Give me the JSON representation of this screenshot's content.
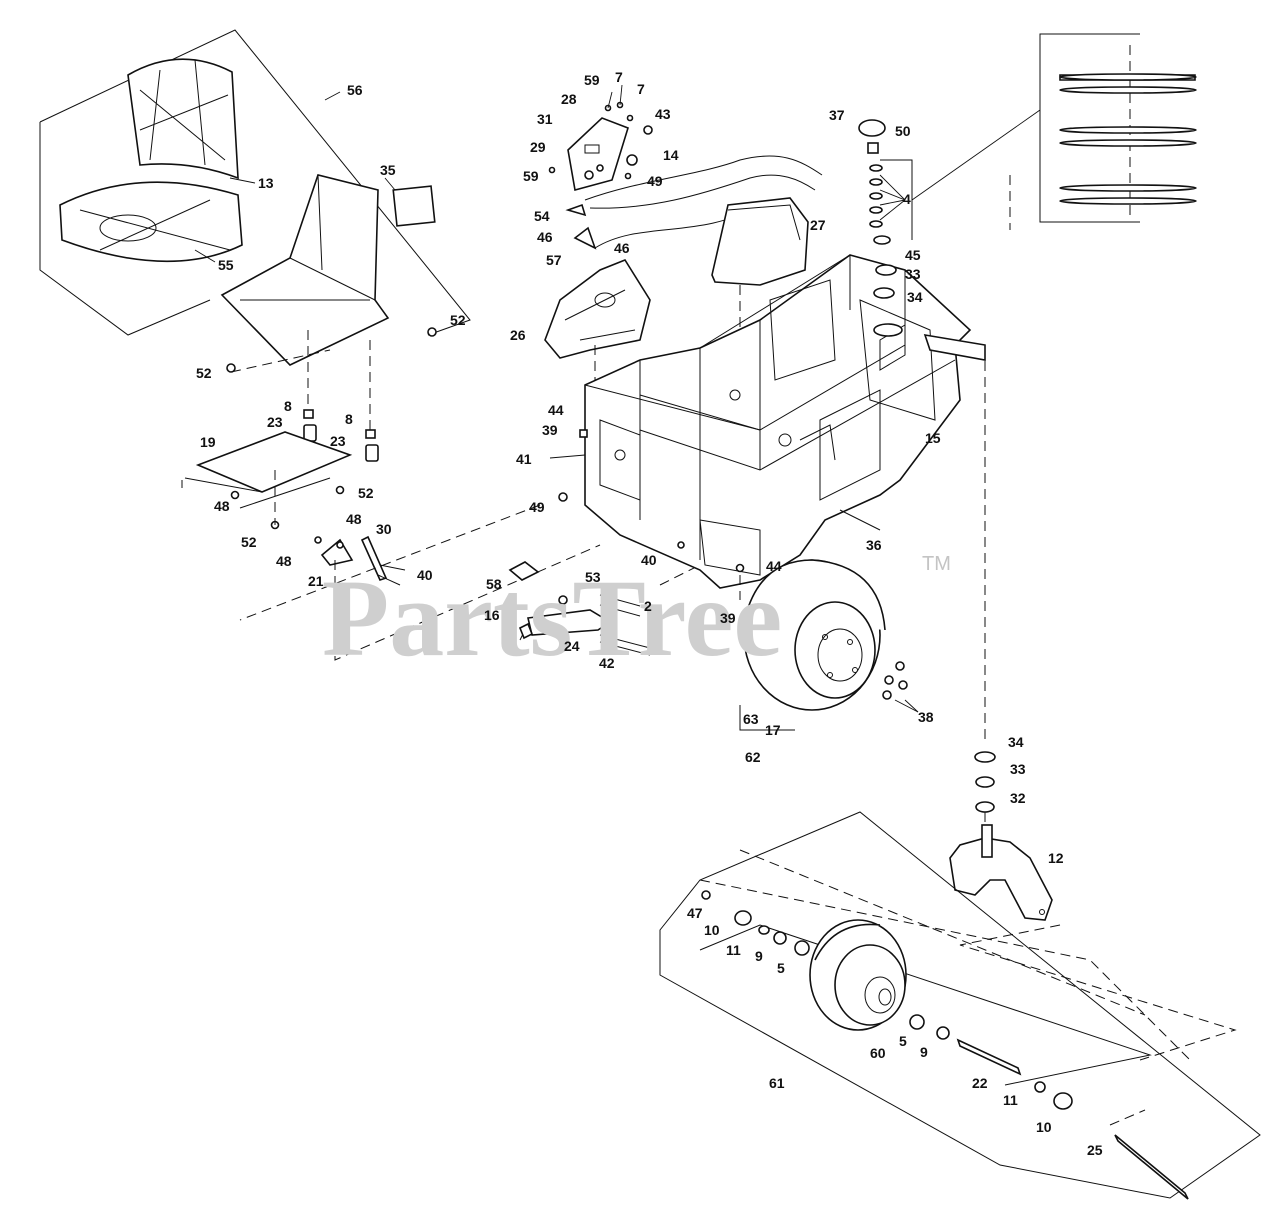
{
  "watermark": {
    "text": "PartsTree",
    "tm": "TM"
  },
  "callouts": {
    "c56": "56",
    "c13": "13",
    "c55": "55",
    "c35": "35",
    "c52a": "52",
    "c52b": "52",
    "c52c": "52",
    "c52d": "52",
    "c8a": "8",
    "c8b": "8",
    "c23a": "23",
    "c23b": "23",
    "c19": "19",
    "c48a": "48",
    "c48b": "48",
    "c48c": "48",
    "c30": "30",
    "c21": "21",
    "c40a": "40",
    "c59a": "59",
    "c7a": "7",
    "c7b": "7",
    "c28": "28",
    "c43": "43",
    "c31": "31",
    "c29": "29",
    "c14": "14",
    "c59b": "59",
    "c49a": "49",
    "c54": "54",
    "c46a": "46",
    "c46b": "46",
    "c57": "57",
    "c26": "26",
    "c27": "27",
    "c44a": "44",
    "c39a": "39",
    "c41": "41",
    "c49b": "49",
    "c40b": "40",
    "c58": "58",
    "c53": "53",
    "c16": "16",
    "c2": "2",
    "c24": "24",
    "c42": "42",
    "c44b": "44",
    "c39b": "39",
    "c37": "37",
    "c50": "50",
    "c4": "4",
    "c45": "45",
    "c33a": "33",
    "c34a": "34",
    "c15": "15",
    "c36": "36",
    "c38": "38",
    "c63": "63",
    "c17": "17",
    "c62": "62",
    "c34b": "34",
    "c33b": "33",
    "c32": "32",
    "c12": "12",
    "c47": "47",
    "c10a": "10",
    "c11a": "11",
    "c9a": "9",
    "c5a": "5",
    "c5b": "5",
    "c9b": "9",
    "c22": "22",
    "c11b": "11",
    "c10b": "10",
    "c61": "61",
    "c60": "60",
    "c25": "25"
  }
}
